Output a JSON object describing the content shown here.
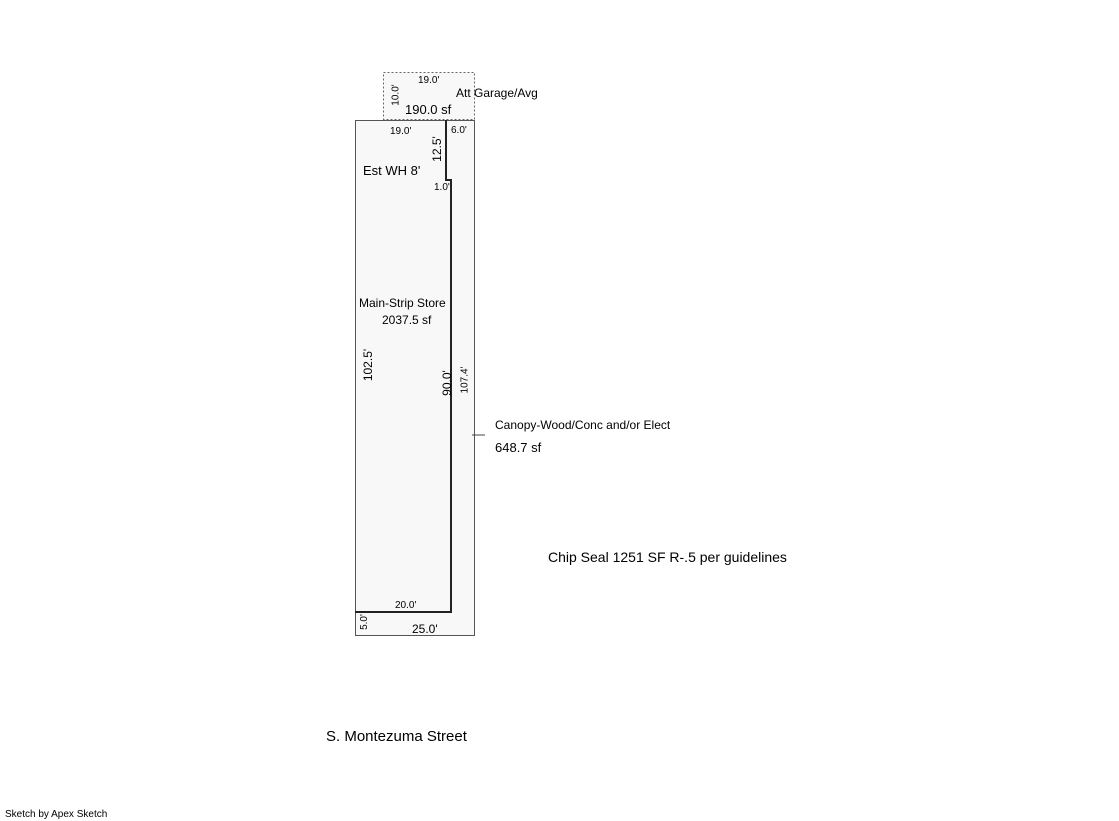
{
  "garage": {
    "label": "Att Garage/Avg",
    "area": "190.0 sf",
    "dim_top": "19.0'",
    "dim_side": "10.0'"
  },
  "main": {
    "label": "Main-Strip Store",
    "area": "2037.5 sf",
    "wall_height_note": "Est WH 8'",
    "dims": {
      "top": "19.0'",
      "notch_vertical": "12.5'",
      "notch_step": "1.0'",
      "left": "102.5'",
      "inner_right": "90.0'",
      "bottom_inner": "20.0'"
    }
  },
  "canopy": {
    "label": "Canopy-Wood/Conc and/or Elect",
    "area": "648.7 sf",
    "dims": {
      "top": "6.0'",
      "right": "107.4'",
      "bottom": "25.0'",
      "bottom_left": "5.0'"
    }
  },
  "note": "Chip Seal 1251 SF R-.5 per guidelines",
  "street": "S. Montezuma Street",
  "credit": "Sketch by Apex Sketch"
}
